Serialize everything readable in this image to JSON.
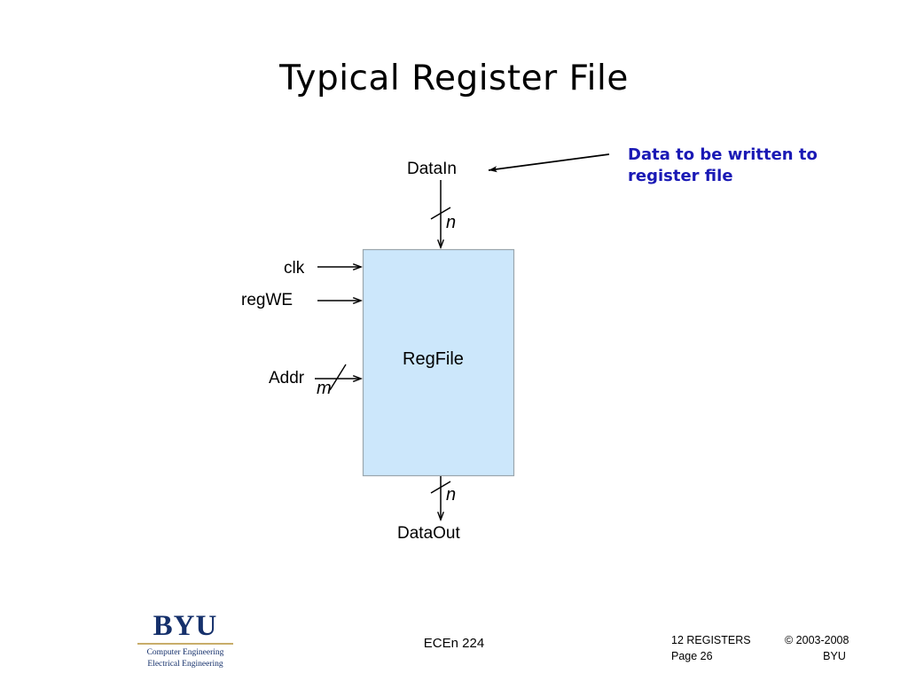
{
  "slide": {
    "title": "Typical Register File"
  },
  "diagram": {
    "block": {
      "label": "RegFile",
      "fill_color": "#cce7fb",
      "border_color": "#9aa6ad"
    },
    "ports": {
      "data_in": "DataIn",
      "data_out": "DataOut",
      "clk": "clk",
      "reg_we": "regWE",
      "addr": "Addr"
    },
    "bus_widths": {
      "data_in_width": "n",
      "data_out_width": "n",
      "addr_width": "m"
    }
  },
  "annotation": {
    "color": "#1a19b5",
    "lines": [
      "Data to be written to",
      "register file"
    ]
  },
  "footer": {
    "course": "ECEn 224",
    "module": "12 REGISTERS",
    "page": "Page 26",
    "copyright": "© 2003-2008",
    "org": "BYU"
  },
  "logo": {
    "wordmark": "BYU",
    "dept_line1": "Computer Engineering",
    "dept_line2": "Electrical Engineering",
    "navy": "#15306b",
    "gold": "#c8ad6a"
  }
}
